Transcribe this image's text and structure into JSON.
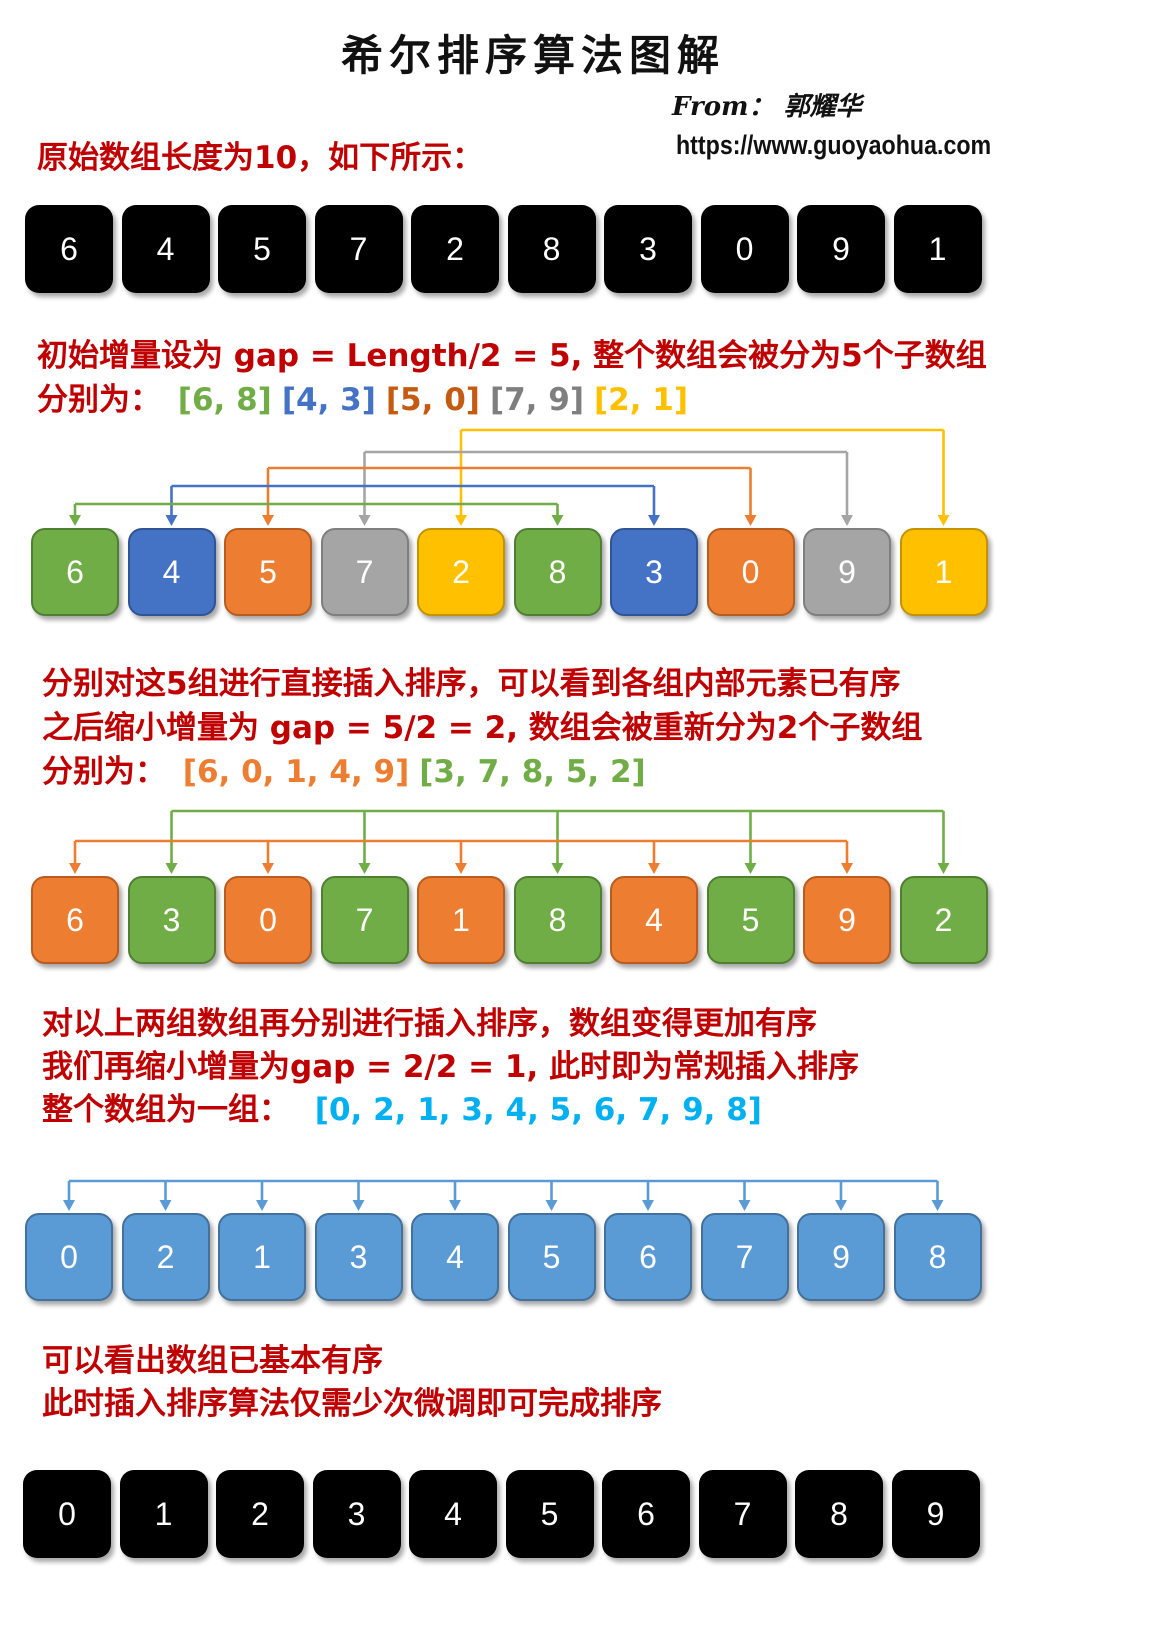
{
  "title": "希尔排序算法图解",
  "author": "From： 郭耀华",
  "url": "https://www.guoyaohua.com",
  "colors": {
    "green": "#70ad47",
    "blue": "#4472c4",
    "orange": "#ed7d31",
    "gray": "#a5a5a5",
    "yellow": "#ffc000",
    "lightblue": "#5b9bd5",
    "black": "#000000",
    "red_text": "#c00000",
    "cyan_text": "#00b0f0"
  },
  "step0": {
    "text": "原始数组长度为10，如下所示：",
    "array": [
      "6",
      "4",
      "5",
      "7",
      "2",
      "8",
      "3",
      "0",
      "9",
      "1"
    ]
  },
  "step1": {
    "line1": "初始增量设为 gap = Length/2 = 5, 整个数组会被分为5个子数组",
    "line2_prefix": "分别为：",
    "groups": [
      {
        "text": "[6, 8]",
        "color": "#70ad47"
      },
      {
        "text": "[4, 3]",
        "color": "#4472c4"
      },
      {
        "text": "[5, 0]",
        "color": "#c55a11"
      },
      {
        "text": "[7, 9]",
        "color": "#7f7f7f"
      },
      {
        "text": "[2, 1]",
        "color": "#ffc000"
      }
    ],
    "array": [
      "6",
      "4",
      "5",
      "7",
      "2",
      "8",
      "3",
      "0",
      "9",
      "1"
    ],
    "cell_colors": [
      "green",
      "blue",
      "orange",
      "gray",
      "yellow",
      "green",
      "blue",
      "orange",
      "gray",
      "yellow"
    ]
  },
  "step2": {
    "line1": "分别对这5组进行直接插入排序，可以看到各组内部元素已有序",
    "line2": "之后缩小增量为 gap = 5/2 = 2, 数组会被重新分为2个子数组",
    "line3_prefix": "分别为：",
    "groups": [
      {
        "text": "[6, 0, 1, 4, 9]",
        "color": "#ed7d31"
      },
      {
        "text": "[3, 7, 8, 5, 2]",
        "color": "#70ad47"
      }
    ],
    "array": [
      "6",
      "3",
      "0",
      "7",
      "1",
      "8",
      "4",
      "5",
      "9",
      "2"
    ],
    "cell_colors": [
      "orange",
      "green",
      "orange",
      "green",
      "orange",
      "green",
      "orange",
      "green",
      "orange",
      "green"
    ]
  },
  "step3": {
    "line1": "对以上两组数组再分别进行插入排序，数组变得更加有序",
    "line2": "我们再缩小增量为gap = 2/2 = 1, 此时即为常规插入排序",
    "line3_prefix": "整个数组为一组：",
    "group": {
      "text": "[0, 2, 1, 3, 4, 5, 6, 7, 9, 8]",
      "color": "#00b0f0"
    },
    "array": [
      "0",
      "2",
      "1",
      "3",
      "4",
      "5",
      "6",
      "7",
      "9",
      "8"
    ]
  },
  "step4": {
    "line1": "可以看出数组已基本有序",
    "line2": "此时插入排序算法仅需少次微调即可完成排序",
    "array": [
      "0",
      "1",
      "2",
      "3",
      "4",
      "5",
      "6",
      "7",
      "8",
      "9"
    ]
  }
}
